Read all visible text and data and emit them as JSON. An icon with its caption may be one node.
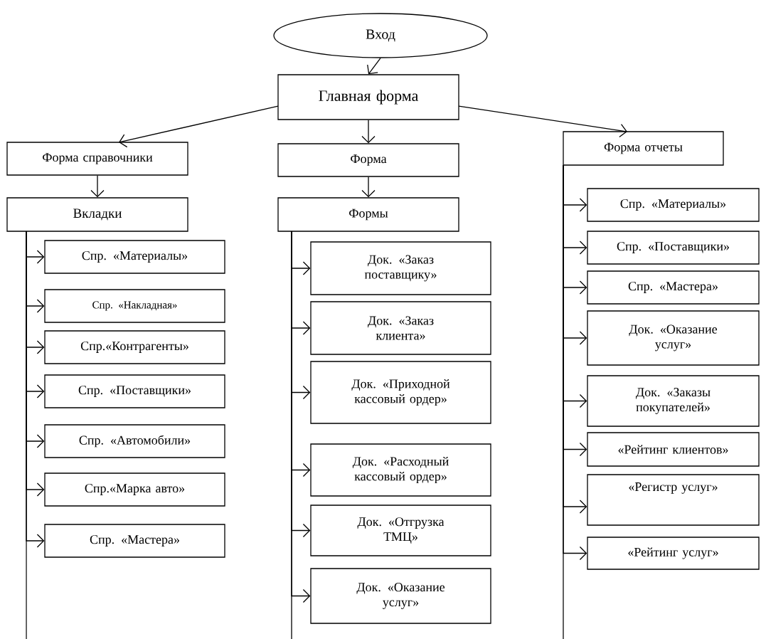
{
  "diagram": {
    "nodes": [
      {
        "text": [
          "Вход"
        ]
      },
      {
        "text": [
          "Главная форма"
        ]
      },
      {
        "text": [
          "Форма справочники"
        ]
      },
      {
        "text": [
          "Форма"
        ]
      },
      {
        "text": [
          "Форма отчеты"
        ]
      },
      {
        "text": [
          "Вкладки"
        ]
      },
      {
        "text": [
          "Формы"
        ]
      },
      {
        "text": [
          "Спр. «Материалы»"
        ]
      },
      {
        "text": [
          "Спр. «Накладная»"
        ]
      },
      {
        "text": [
          "Спр.«Контрагенты»"
        ]
      },
      {
        "text": [
          "Спр. «Поставщики»"
        ]
      },
      {
        "text": [
          "Спр. «Автомобили»"
        ]
      },
      {
        "text": [
          "Спр.«Марка авто»"
        ]
      },
      {
        "text": [
          "Спр. «Мастера»"
        ]
      },
      {
        "text": [
          "Док. «Заказ поставщику»"
        ]
      },
      {
        "text": [
          "Док. «Заказ клиента»"
        ]
      },
      {
        "text": [
          "Док. «Приходной кассовый ордер»"
        ]
      },
      {
        "text": [
          "Док. «Расходный кассовый ордер»"
        ]
      },
      {
        "text": [
          "Док. «Отгрузка ТМЦ»"
        ]
      },
      {
        "text": [
          "Док. «Оказание услуг»"
        ]
      },
      {
        "text": [
          "Спр. «Материалы»"
        ]
      },
      {
        "text": [
          "Спр. «Поставщики»"
        ]
      },
      {
        "text": [
          "Спр. «Мастера»"
        ]
      },
      {
        "text": [
          "Док. «Оказание услуг»"
        ]
      },
      {
        "text": [
          "Док. «Заказы покупателей»"
        ]
      },
      {
        "text": [
          "«Рейтинг клиентов»"
        ]
      },
      {
        "text": [
          "«Регистр услуг»"
        ]
      },
      {
        "text": [
          "«Рейтинг услуг»"
        ]
      }
    ],
    "edges": [
      {
        "from": 0,
        "to": 1,
        "arrow": "to"
      },
      {
        "from": 1,
        "to": 2,
        "arrow": "to"
      },
      {
        "from": 1,
        "to": 3,
        "arrow": "to"
      },
      {
        "from": 1,
        "to": 4,
        "arrow": "to"
      },
      {
        "from": 2,
        "to": 5,
        "arrow": "to"
      },
      {
        "from": 3,
        "to": 6,
        "arrow": "to"
      },
      {
        "from": 5,
        "to": 7,
        "arrow": "to"
      },
      {
        "from": 5,
        "to": 8,
        "arrow": "to"
      },
      {
        "from": 5,
        "to": 9,
        "arrow": "to"
      },
      {
        "from": 5,
        "to": 10,
        "arrow": "to"
      },
      {
        "from": 5,
        "to": 11,
        "arrow": "to"
      },
      {
        "from": 5,
        "to": 12,
        "arrow": "to"
      },
      {
        "from": 5,
        "to": 13,
        "arrow": "to"
      },
      {
        "from": 6,
        "to": 14,
        "arrow": "to"
      },
      {
        "from": 6,
        "to": 15,
        "arrow": "to"
      },
      {
        "from": 6,
        "to": 16,
        "arrow": "to"
      },
      {
        "from": 6,
        "to": 17,
        "arrow": "to"
      },
      {
        "from": 6,
        "to": 18,
        "arrow": "to"
      },
      {
        "from": 6,
        "to": 19,
        "arrow": "to"
      },
      {
        "from": 4,
        "to": 20,
        "arrow": "to"
      },
      {
        "from": 4,
        "to": 21,
        "arrow": "to"
      },
      {
        "from": 4,
        "to": 22,
        "arrow": "to"
      },
      {
        "from": 4,
        "to": 23,
        "arrow": "to"
      },
      {
        "from": 4,
        "to": 24,
        "arrow": "to"
      },
      {
        "from": 4,
        "to": 25,
        "arrow": "to"
      },
      {
        "from": 4,
        "to": 26,
        "arrow": "to"
      },
      {
        "from": 4,
        "to": 27,
        "arrow": "to"
      }
    ]
  }
}
